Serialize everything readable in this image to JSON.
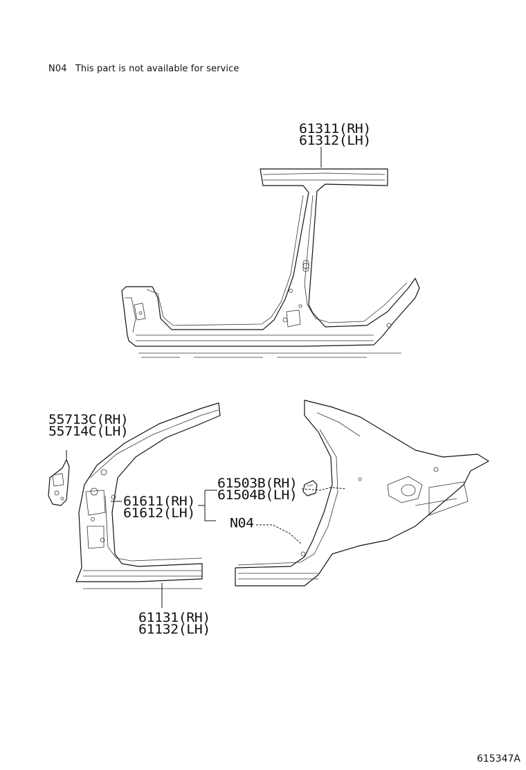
{
  "note": {
    "code": "N04",
    "text": "This part is not available for service"
  },
  "callouts": {
    "c_61311": {
      "line1": "61311(RH)",
      "line2": "61312(LH)"
    },
    "c_55713": {
      "line1": "55713C(RH)",
      "line2": "55714C(LH)"
    },
    "c_61611": {
      "line1": "61611(RH)",
      "line2": "61612(LH)"
    },
    "c_61503": {
      "line1": "61503B(RH)",
      "line2": "61504B(LH)"
    },
    "c_n04": {
      "line1": "N04"
    },
    "c_61131": {
      "line1": "61131(RH)",
      "line2": "61132(LH)"
    }
  },
  "figure_id": "615347A"
}
